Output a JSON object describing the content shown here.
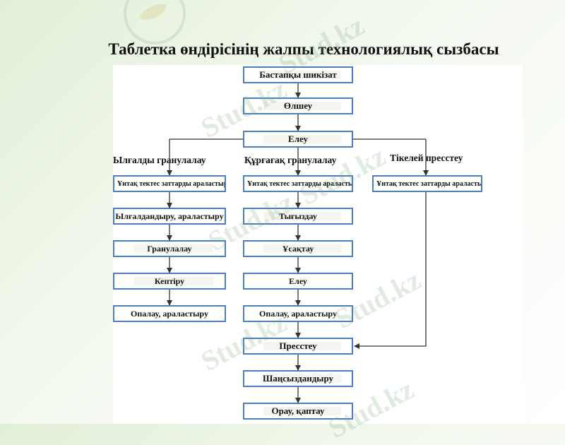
{
  "slide": {
    "title": "Таблетка өндірісінің жалпы технологиялық сызбасы"
  },
  "diagram": {
    "main_steps": {
      "raw_material": "Бастапқы шикізат",
      "weighing": "Өлшеу",
      "sieving": "Елеу"
    },
    "branches": {
      "wet": {
        "title": "Ылғалды гранулалау",
        "steps": [
          "Ұнтақ тектес заттарды араластыру",
          "Ылғалдандыру, араластыру",
          "Гранулалау",
          "Кептіру",
          "Опалау, араластыру"
        ]
      },
      "dry": {
        "title": "Құрғағақ гранулалау",
        "steps": [
          "Ұнтақ тектес заттарды араластыру",
          "Тығыздау",
          "Ұсақтау",
          "Елеу",
          "Опалау, араластыру"
        ]
      },
      "direct": {
        "title": "Тікелей пресстеу",
        "steps": [
          "Ұнтақ тектес заттарды араластыру"
        ]
      }
    },
    "final_steps": {
      "pressing": "Пресстеу",
      "dedusting": "Шаңсыздандыру",
      "packaging": "Орау, қаптау"
    },
    "colors": {
      "box_border": "#4a7ec0",
      "connector": "#333333",
      "background_tint": "#e2efd9"
    }
  },
  "watermarks": {
    "text": "Stud.kz",
    "logo_icon": "hummingbird-logo-icon"
  }
}
